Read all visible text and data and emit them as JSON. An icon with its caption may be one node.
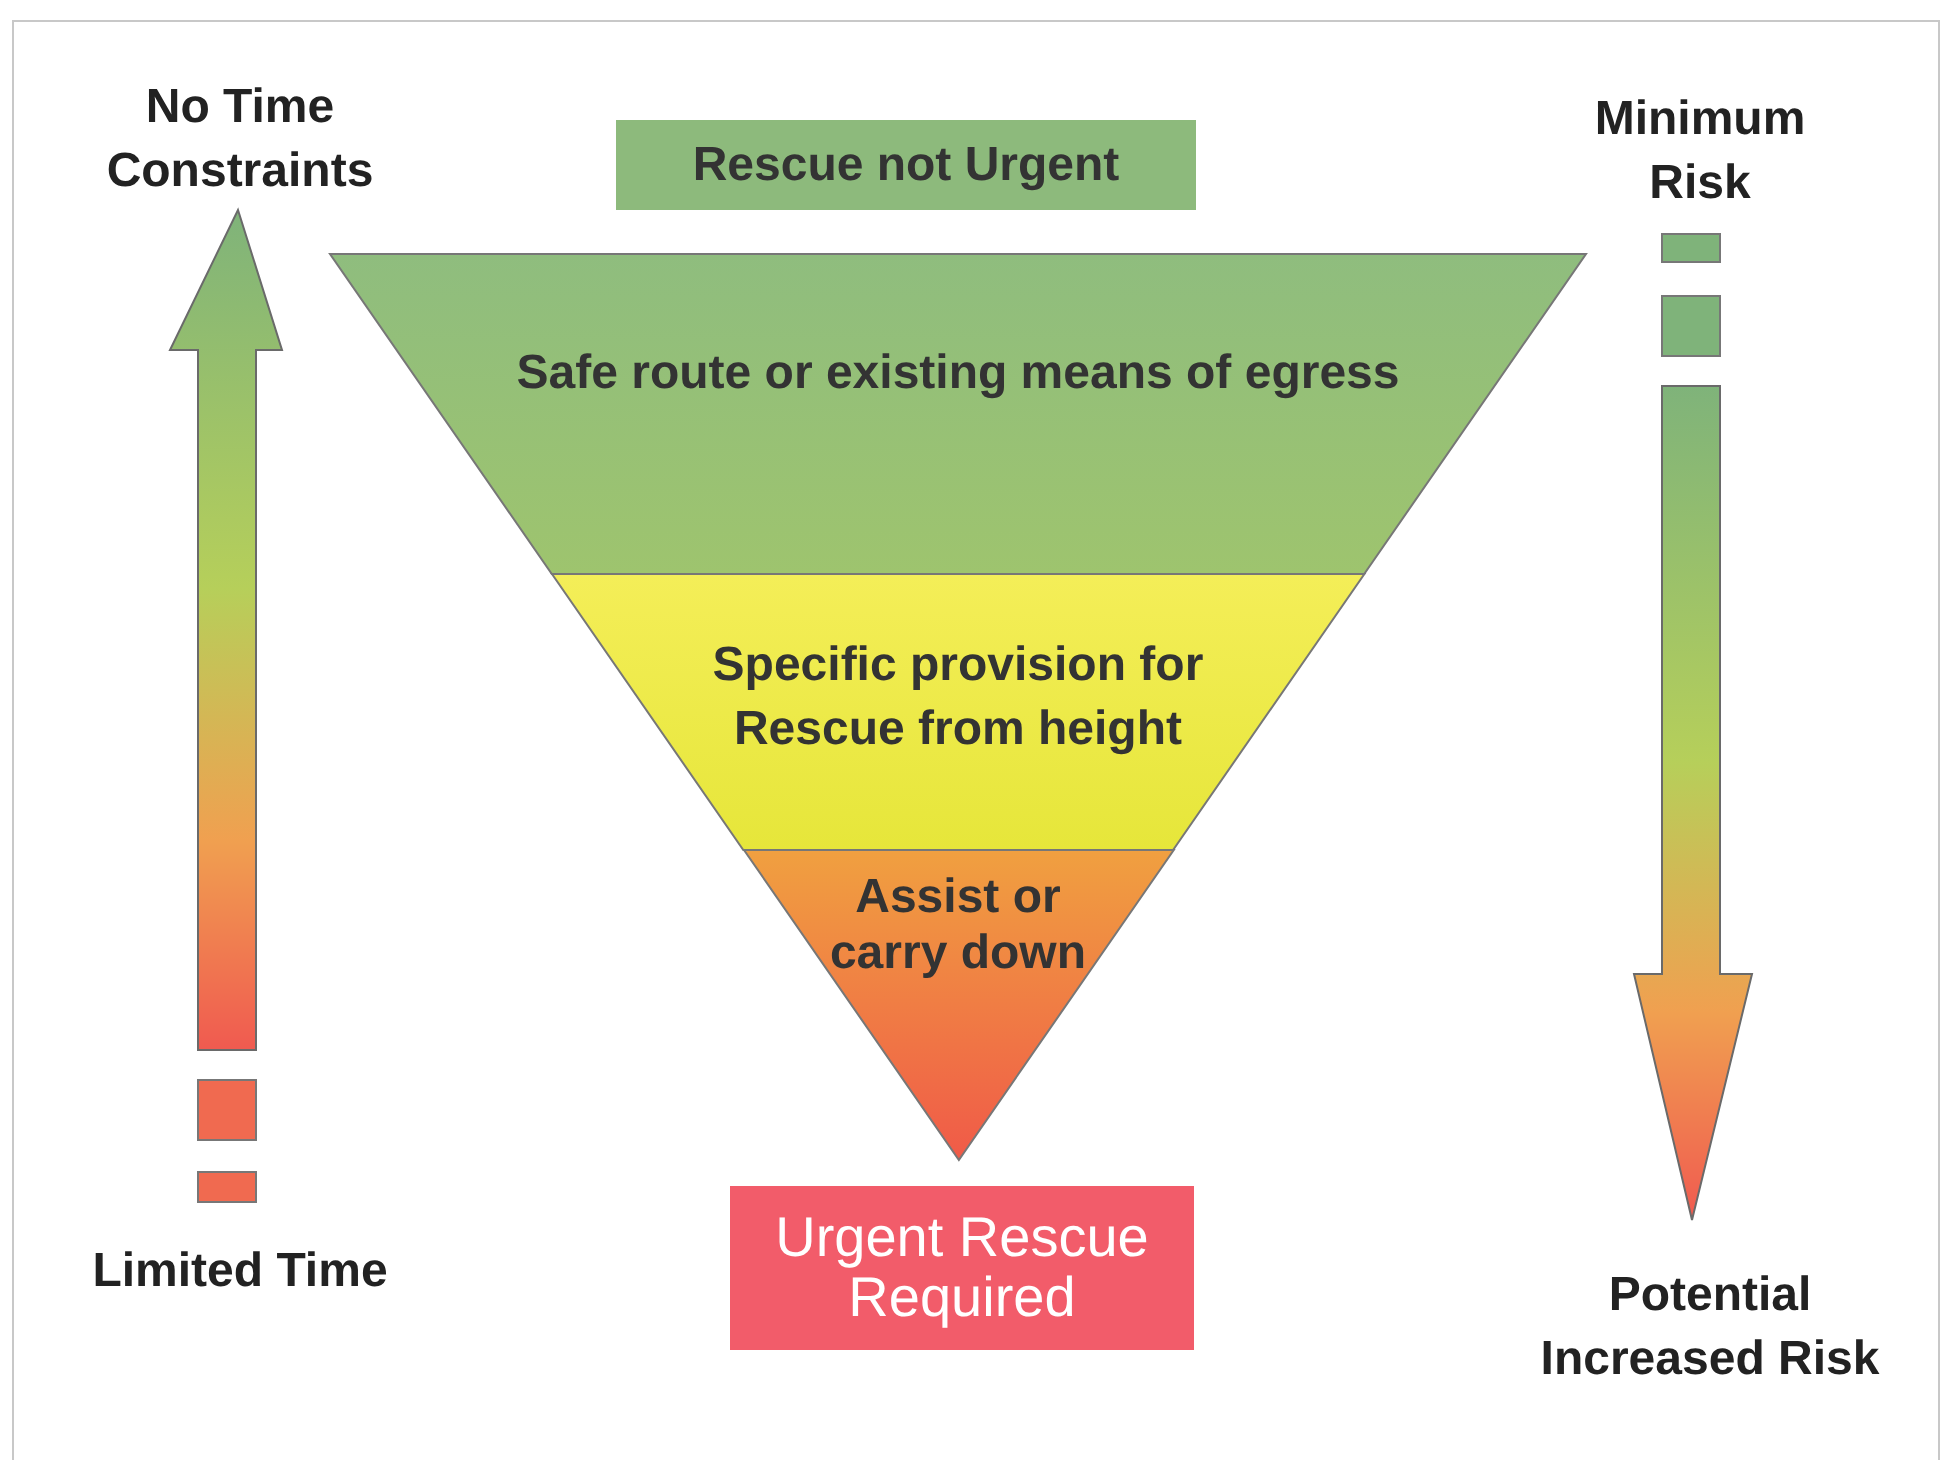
{
  "diagram": {
    "nodes": [
      {
        "text": [
          "Rescue not Urgent"
        ]
      },
      {
        "text": [
          "Safe route or existing means of egress"
        ]
      },
      {
        "text": [
          "Specific provision for Rescue from height"
        ]
      },
      {
        "text": [
          "Assist or carry down"
        ]
      },
      {
        "text": [
          "Urgent Rescue Required"
        ]
      }
    ],
    "labels": [
      "No Time Constraints",
      "Minimum Risk",
      "Limited Time",
      "Potential Increased Risk"
    ]
  }
}
